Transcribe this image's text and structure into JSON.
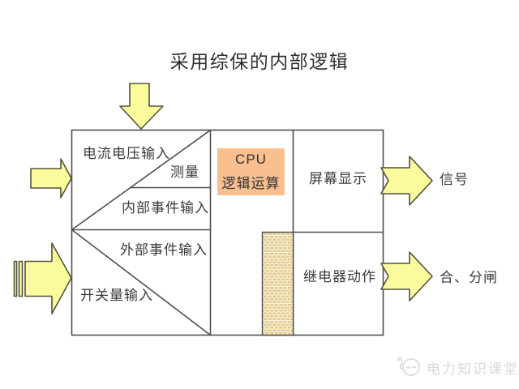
{
  "title": "采用综保的内部逻辑",
  "diagram": {
    "left_column": {
      "current_voltage_input": "电流电压输入",
      "measurement": "测量",
      "internal_event_input": "内部事件输入",
      "external_event_input": "外部事件输入",
      "switch_input": "开关量输入"
    },
    "cpu_box": {
      "line1": "CPU",
      "line2": "逻辑运算"
    },
    "right_column": {
      "screen_display": "屏幕显示",
      "relay_action": "继电器动作"
    },
    "outputs": {
      "signal": "信号",
      "close_open": "合、分闸"
    }
  },
  "watermark": {
    "text": "电力知识课堂"
  },
  "colors": {
    "background": "#FFFFFF",
    "line": "#4D4D4D",
    "arrow_fill": "#FBFB9E",
    "arrow_stroke": "#53533C",
    "cpu_fill": "#F9BF8F",
    "brick_fill": "#E4CD92",
    "brick_mortar": "#F8F3DF",
    "text": "#3A3A3A",
    "watermark_text": "#D9D9D9"
  }
}
